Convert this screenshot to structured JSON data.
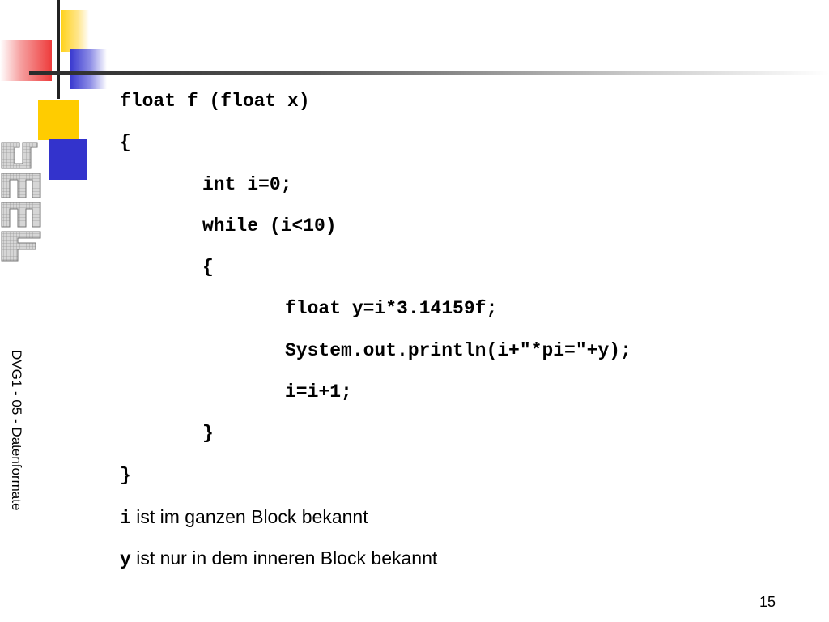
{
  "slide": {
    "side_label": "DVG1 - 05 - Datenformate",
    "page_number": "15",
    "accent_colors": {
      "red": "#ee3b3b",
      "yellow": "#ffcc00",
      "blue": "#3333cc"
    }
  },
  "code": {
    "lines": [
      "float f (float x)",
      "{",
      "int i=0;",
      "while (i<10)",
      "{",
      "float y=i*3.14159f;",
      "System.out.println(i+\"*pi=\"+y);",
      "i=i+1;",
      "}",
      "}"
    ]
  },
  "notes": [
    {
      "var": "i",
      "text": " ist im ganzen Block bekannt"
    },
    {
      "var": "y",
      "text": " ist nur in dem inneren Block bekannt"
    }
  ]
}
